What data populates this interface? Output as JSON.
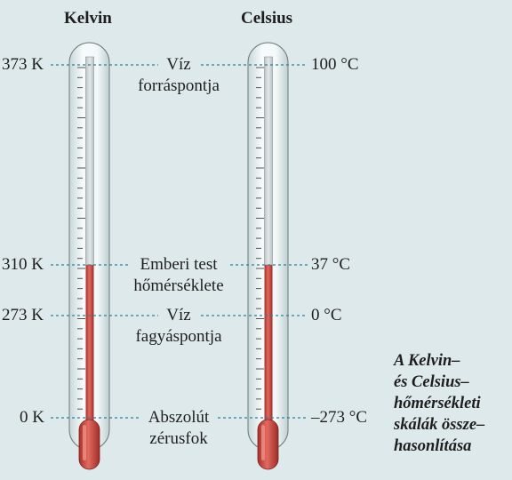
{
  "headers": {
    "kelvin": "Kelvin",
    "celsius": "Celsius"
  },
  "rows": [
    {
      "kelvin": "373 K",
      "celsius": "100 °C",
      "label": [
        "Víz",
        "forráspontja"
      ]
    },
    {
      "kelvin": "310 K",
      "celsius": "37 °C",
      "label": [
        "Emberi test",
        "hőmérséklete"
      ]
    },
    {
      "kelvin": "273 K",
      "celsius": "0 °C",
      "label": [
        "Víz",
        "fagyáspontja"
      ]
    },
    {
      "kelvin": "0 K",
      "celsius": "–273 °C",
      "label": [
        "Abszolút",
        "zérusfok"
      ]
    }
  ],
  "caption": [
    "A Kelvin–",
    "és Celsius–",
    "hőmérsékleti",
    "skálák össze–",
    "hasonlítása"
  ],
  "colors": {
    "background": "#dde9ea",
    "mercury": "#c0423b",
    "dashes": "#2f7f9b",
    "glass": "#eef4f5"
  }
}
